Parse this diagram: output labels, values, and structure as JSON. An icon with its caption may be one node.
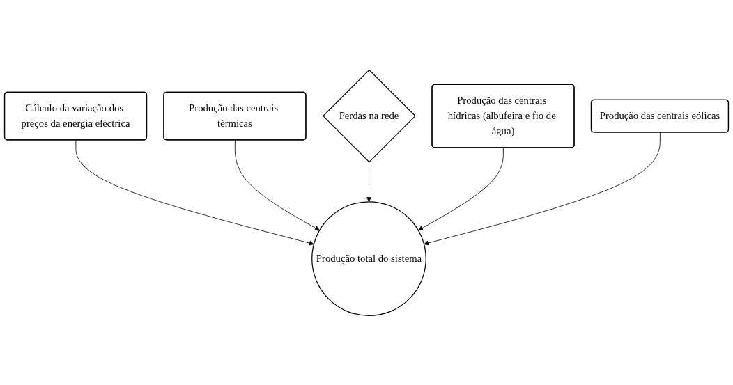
{
  "diagram": {
    "nodes": [
      {
        "text": [
          "Cálculo da variação dos preços da energia eléctrica"
        ]
      },
      {
        "text": [
          "Produção das centrais térmicas"
        ]
      },
      {
        "text": [
          "Produção total do sistema"
        ]
      },
      {
        "text": [
          "Perdas na rede"
        ]
      },
      {
        "text": [
          "Produção das centrais hídricas (albufeira e fio de água)"
        ]
      },
      {
        "text": [
          "Produção das centrais eólicas"
        ]
      }
    ],
    "edges": [
      {
        "from": 0,
        "to": 2,
        "arrow": "to"
      },
      {
        "from": 1,
        "to": 2,
        "arrow": "to"
      },
      {
        "from": 3,
        "to": 2,
        "arrow": "to"
      },
      {
        "from": 4,
        "to": 2,
        "arrow": "to"
      },
      {
        "from": 5,
        "to": 2,
        "arrow": "to"
      }
    ]
  }
}
